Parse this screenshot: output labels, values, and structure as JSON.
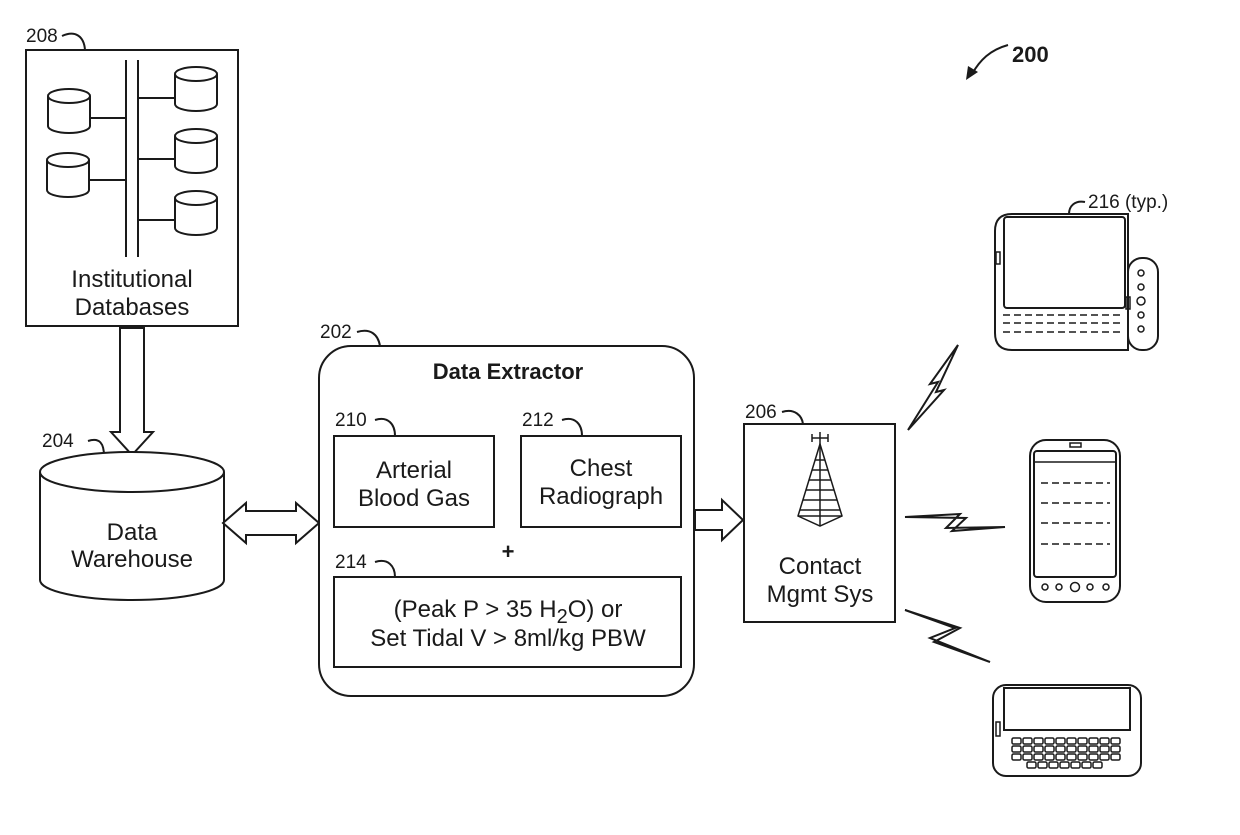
{
  "figure": {
    "ref": "200",
    "institutional_databases": {
      "ref": "208",
      "label_line1": "Institutional",
      "label_line2": "Databases"
    },
    "data_warehouse": {
      "ref": "204",
      "label_line1": "Data",
      "label_line2": "Warehouse"
    },
    "data_extractor": {
      "ref": "202",
      "title": "Data Extractor",
      "arterial_blood_gas": {
        "ref": "210",
        "label_line1": "Arterial",
        "label_line2": "Blood Gas"
      },
      "chest_radiograph": {
        "ref": "212",
        "label_line1": "Chest",
        "label_line2": "Radiograph"
      },
      "plus": "+",
      "ventilator_criteria": {
        "ref": "214",
        "line1_prefix": "(Peak P > 35 H",
        "line1_sub": "2",
        "line1_suffix": "O) or",
        "line2": "Set Tidal V > 8ml/kg PBW"
      }
    },
    "contact_mgmt": {
      "ref": "206",
      "label_line1": "Contact",
      "label_line2": "Mgmt Sys"
    },
    "devices": {
      "ref": "216 (typ.)"
    }
  }
}
